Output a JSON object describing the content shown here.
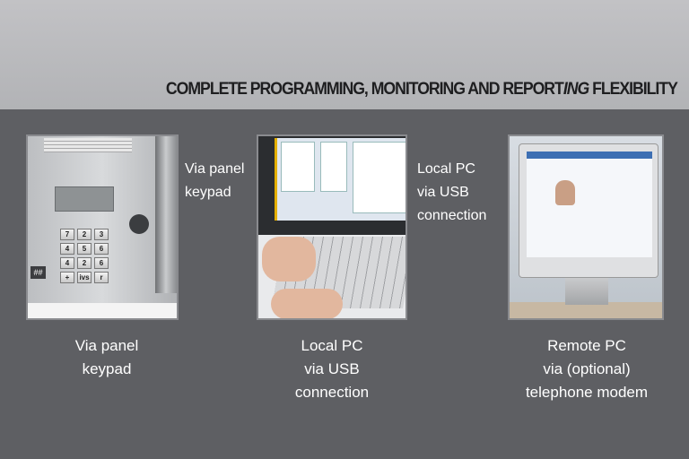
{
  "header": {
    "title_main": "COMPLETE PROGRAMMING, MONITORING AND REPORT",
    "title_italic": "ING",
    "title_end": " FLEXIBILITY"
  },
  "panels": [
    {
      "side_label": [
        "Via panel",
        "keypad"
      ],
      "caption": [
        "Via panel",
        "keypad"
      ]
    },
    {
      "side_label": [
        "Local PC",
        "via USB",
        "connection"
      ],
      "caption": [
        "Local PC",
        "via USB",
        "connection"
      ]
    },
    {
      "caption": [
        "Remote PC",
        "via (optional)",
        "telephone modem"
      ]
    }
  ],
  "keypad": {
    "keys": [
      "7",
      "2",
      "3",
      "4",
      "5",
      "6",
      "4",
      "2",
      "6",
      "+",
      "ivs",
      "r"
    ],
    "hash": "##"
  },
  "colors": {
    "header_bg": "#b4b5b8",
    "body_bg": "#5e5f63",
    "text": "#ffffff"
  }
}
